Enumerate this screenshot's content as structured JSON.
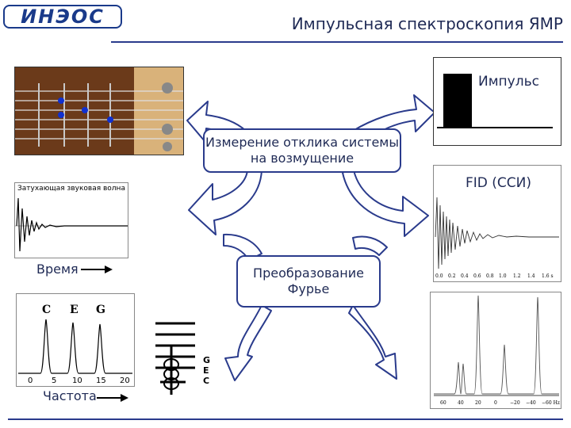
{
  "logo": {
    "text": "ИНЭОС"
  },
  "slide_title": "Импульсная спектроскопия ЯМР",
  "center_boxes": {
    "measure": "Измерение отклика системы на возмущение",
    "fourier": "Преобразование Фурье"
  },
  "pulse_panel": {
    "label": "Импульс"
  },
  "fid_panel": {
    "label": "FID (ССИ)",
    "ticks": [
      "0.0",
      "0.2",
      "0.4",
      "0.6",
      "0.8",
      "1.0",
      "1.2",
      "1.4",
      "1.6 s"
    ]
  },
  "sound_panel": {
    "title": "Затухающая звуковая волна",
    "axis_label": "Время"
  },
  "guitar_spectrum": {
    "peaks": [
      "C",
      "E",
      "G"
    ],
    "ticks": [
      "0",
      "5",
      "10",
      "15",
      "20"
    ],
    "axis_label": "Частота"
  },
  "staff_notes": [
    "G",
    "E",
    "C"
  ],
  "nmr_spectrum": {
    "ticks": [
      "60",
      "40",
      "20",
      "0",
      "−20",
      "−40",
      "−60 Hz"
    ]
  },
  "colors": {
    "arrow_fill": "#ffffff",
    "arrow_stroke": "#2a3b8c",
    "accent": "#1f2a55"
  }
}
